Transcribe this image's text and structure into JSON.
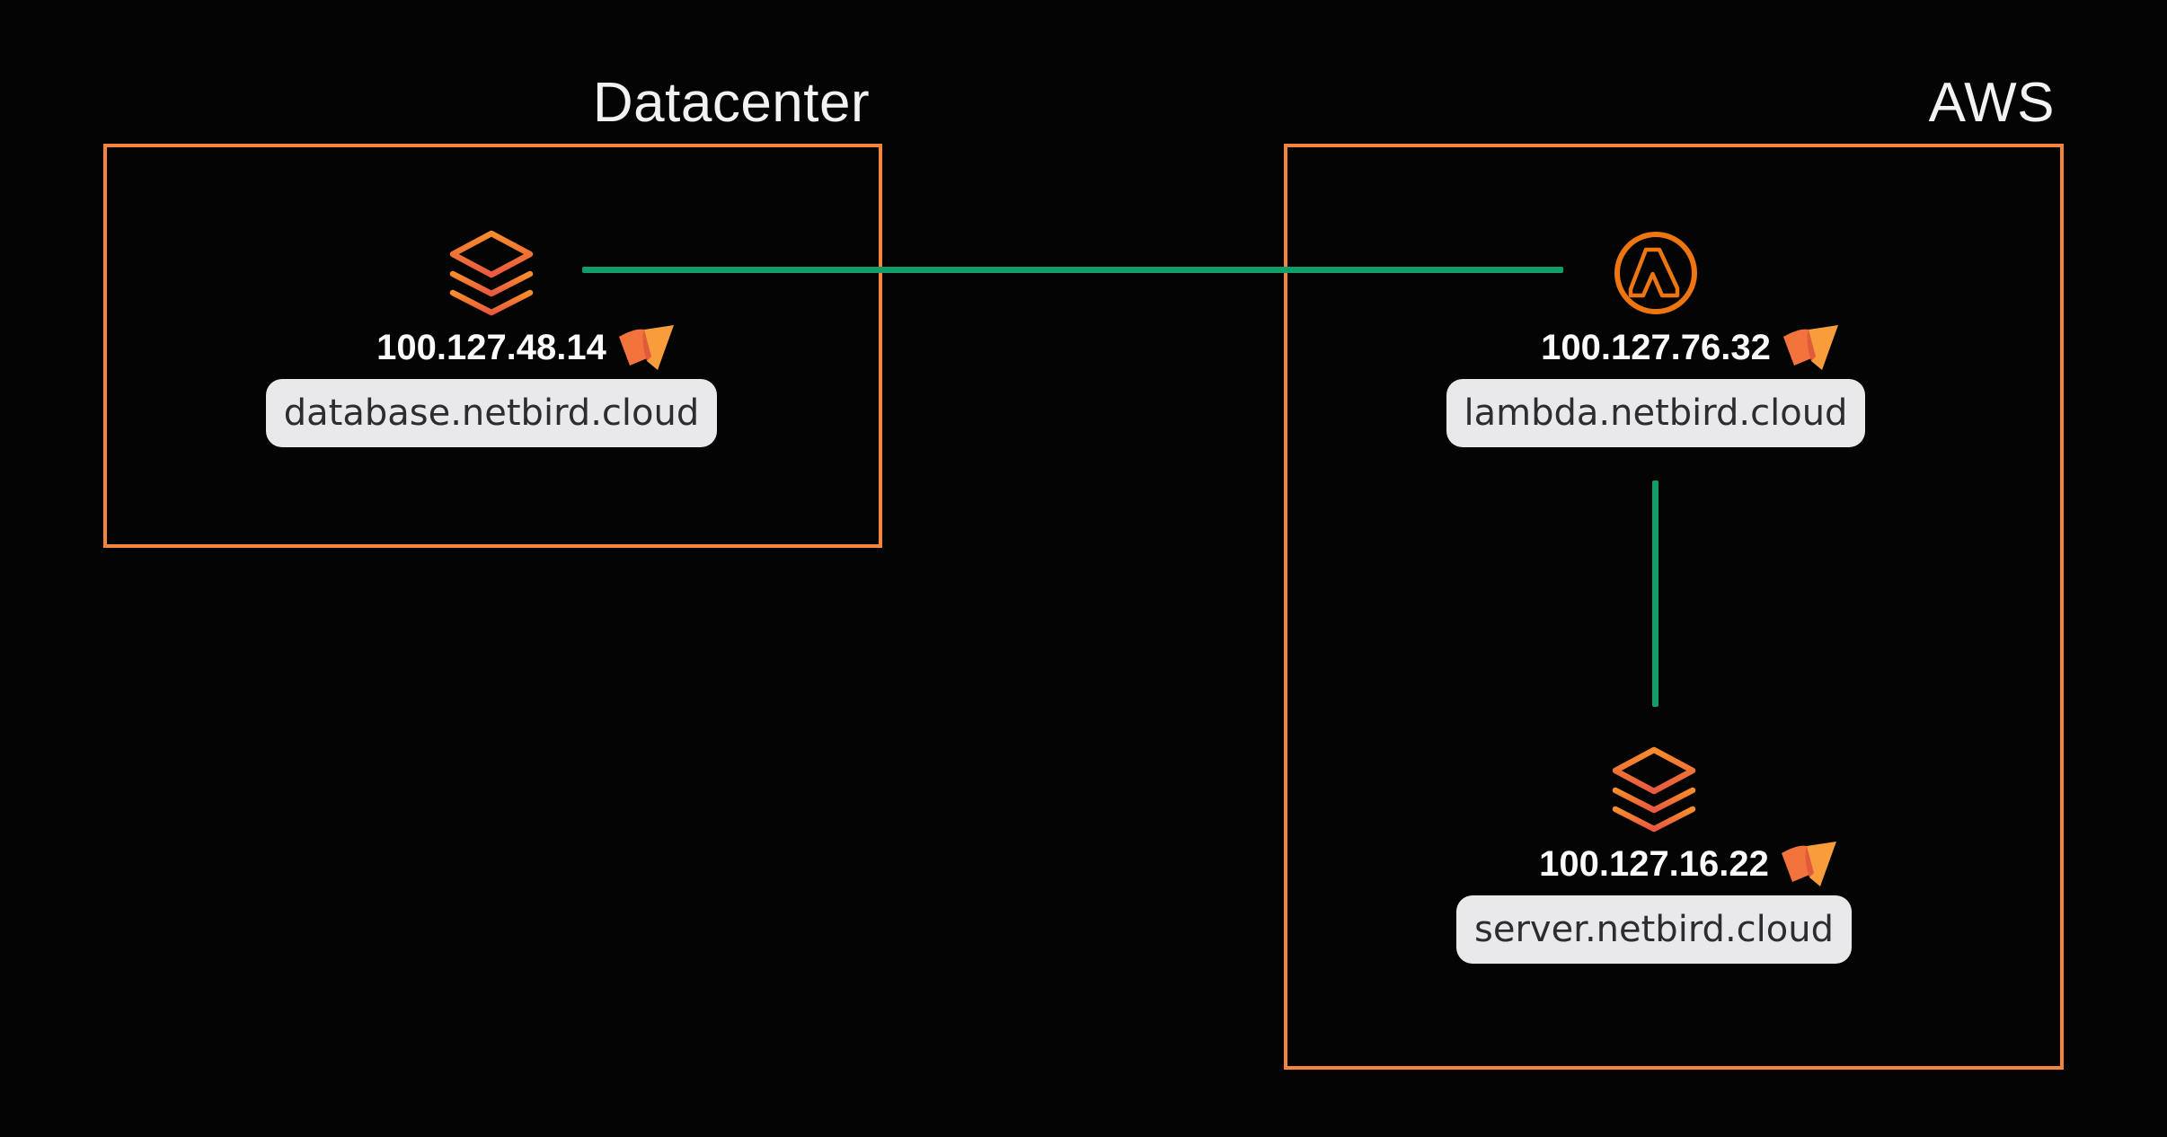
{
  "diagram": {
    "background": "#050404",
    "colors": {
      "region_border": "#F5843C",
      "connection_line": "#119E68",
      "lambda_icon": "#ED7611",
      "layers_icon_gradient_top": "#F78D2B",
      "layers_icon_gradient_bottom": "#EA5940",
      "netbird_logo_left_wing": "#F2733B",
      "netbird_logo_right_wing": "#F89C3C",
      "netbird_logo_overlap": "#E05A3C",
      "hostname_pill_bg": "#E9E8EA",
      "hostname_pill_text": "#2D2D31",
      "ip_text": "#FAFAFA",
      "title_text": "#F2F2F2"
    },
    "regions": [
      {
        "label": "Datacenter"
      },
      {
        "label": "AWS"
      }
    ],
    "nodes": [
      {
        "icon": "layers-icon",
        "ip": "100.127.48.14",
        "hostname": "database.netbird.cloud",
        "region": "Datacenter"
      },
      {
        "icon": "aws-lambda-icon",
        "ip": "100.127.76.32",
        "hostname": "lambda.netbird.cloud",
        "region": "AWS"
      },
      {
        "icon": "layers-icon",
        "ip": "100.127.16.22",
        "hostname": "server.netbird.cloud",
        "region": "AWS"
      }
    ],
    "connections": [
      {
        "from": "database.netbird.cloud",
        "to": "lambda.netbird.cloud",
        "orientation": "horizontal"
      },
      {
        "from": "lambda.netbird.cloud",
        "to": "server.netbird.cloud",
        "orientation": "vertical"
      }
    ]
  }
}
